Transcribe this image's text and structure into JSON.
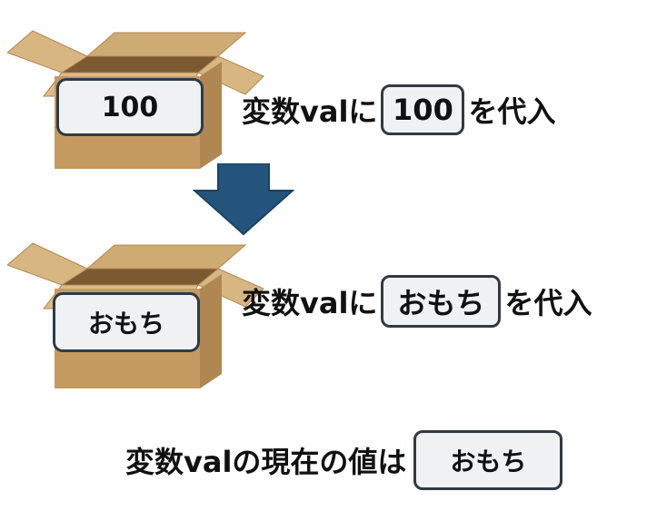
{
  "step1": {
    "box_label": "100",
    "prefix": "変数valに",
    "value": "100",
    "suffix": "を代入"
  },
  "step2": {
    "box_label": "おもち",
    "prefix": "変数valに",
    "value": "おもち",
    "suffix": "を代入"
  },
  "result": {
    "prefix": "変数valの現在の値は",
    "value": "おもち"
  },
  "colors": {
    "arrow": "#24547b",
    "box_front": "#c49a61",
    "box_side": "#b08752",
    "box_inner": "#7c5a31",
    "box_flap": "#d8b682",
    "chip_fill": "#f0f1f3",
    "chip_border": "#2e3b45"
  },
  "icons": [
    "cardboard-box-icon",
    "down-arrow-icon"
  ]
}
